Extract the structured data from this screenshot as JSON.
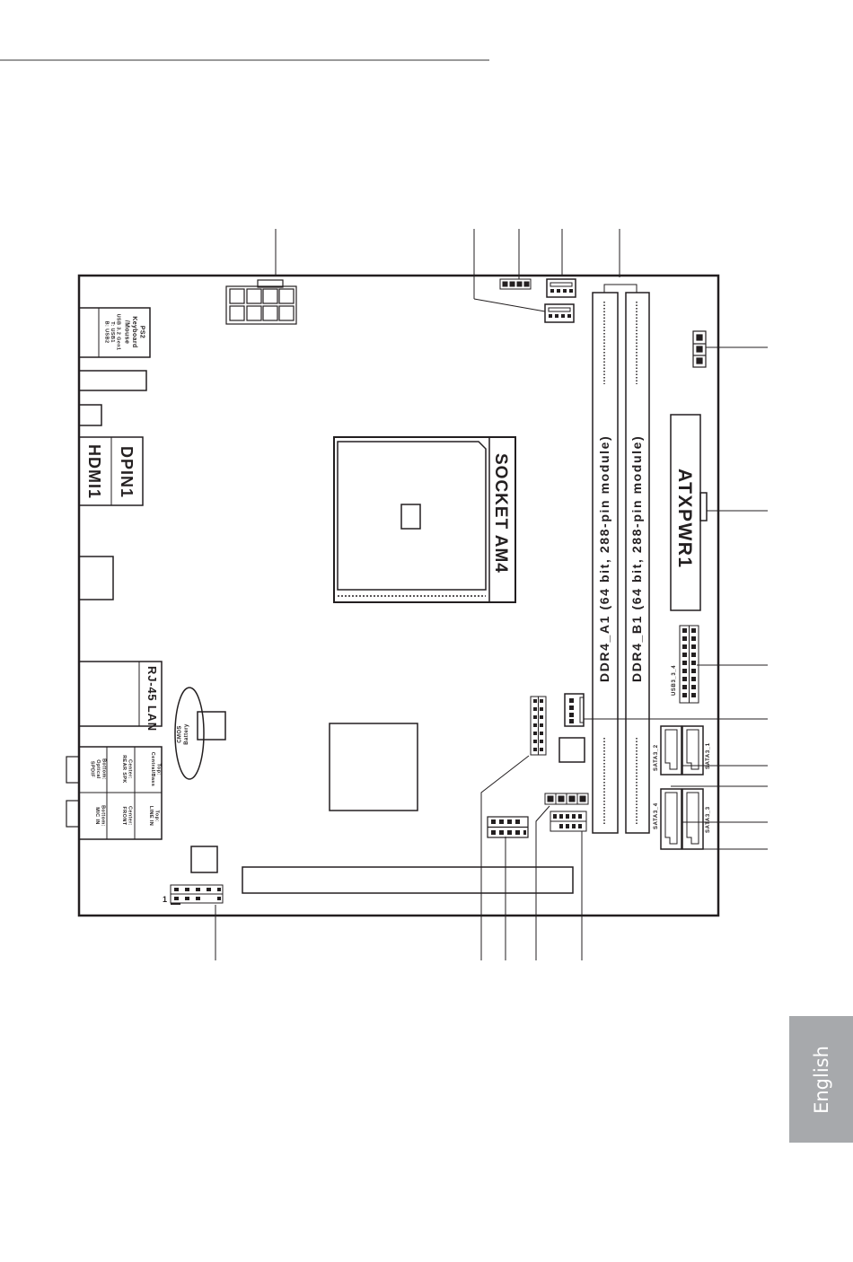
{
  "board": {
    "socket_label": "SOCKET AM4",
    "dimm_a1_label": "DDR4_A1 (64 bit, 288-pin module)",
    "dimm_b1_label": "DDR4_B1 (64 bit, 288-pin module)",
    "atx_power_label": "ATXPWR1",
    "usb_header_label": "USB3_3_4",
    "sata_labels": [
      "SATA3_1",
      "SATA3_2",
      "SATA3_3",
      "SATA3_4"
    ],
    "pin1_marker": "1"
  },
  "rear_io": {
    "ps2_label": "PS2\nKeyboard\n/Mouse",
    "usb_stack_label": "USB 3.2 Gen1\nT: USB1\nB: USB2",
    "dp_label": "DPIN1",
    "hdmi_label": "HDMI1",
    "lan_label": "RJ-45 LAN",
    "cmos_label": "CMOS\nBattery",
    "audio_cells": [
      "Top:\nCentral/Bass",
      "Center:\nREAR SPK",
      "Bottom:\nOptical\nSPDIF",
      "Top:\nLINE IN",
      "Center:\nFRONT",
      "Bottom:\nMIC IN"
    ]
  },
  "page": {
    "language_tab": "English"
  }
}
